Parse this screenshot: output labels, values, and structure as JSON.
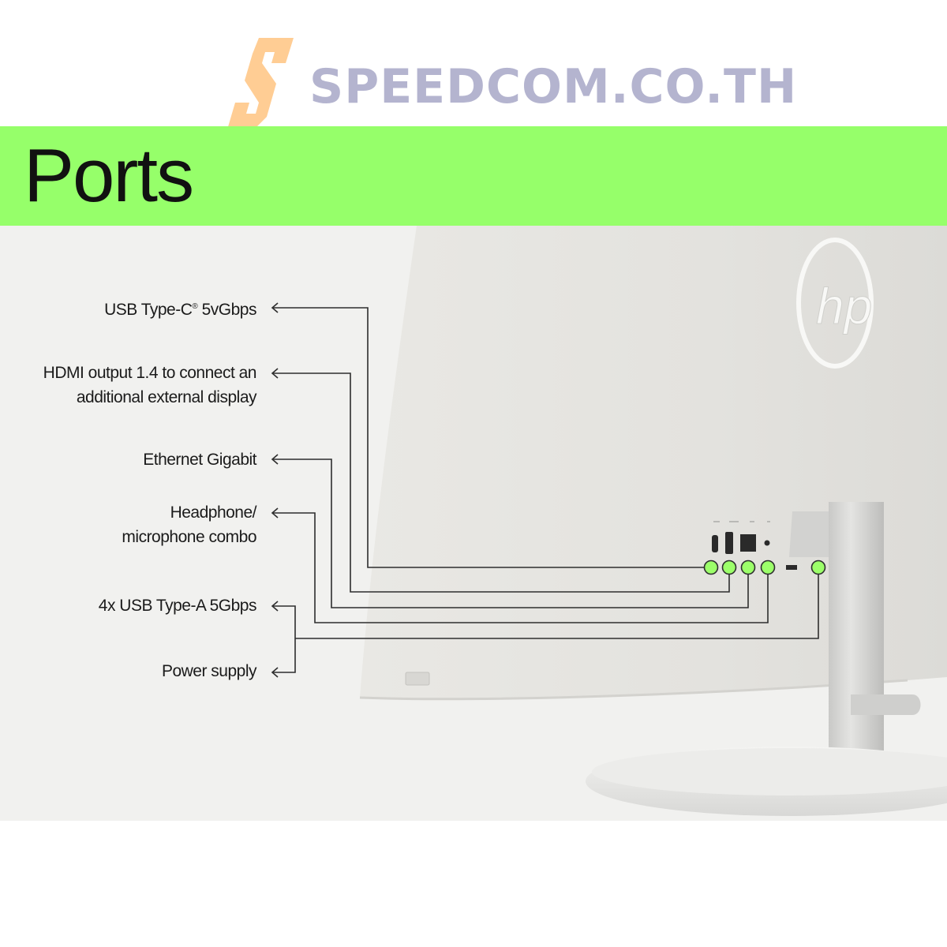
{
  "brand": {
    "logo_text": "S",
    "site_name": "SPEEDCOM.CO.TH",
    "colors": {
      "logo": "#ffc888",
      "site_name": "#b4b4cf",
      "band": "#96ff6a",
      "dot": "#9cff6a"
    }
  },
  "section": {
    "title": "Ports"
  },
  "product": {
    "logo_text": "hp",
    "icon": "all-in-one-pc-rear-view"
  },
  "ports": [
    {
      "id": "usb-c",
      "label_line1": "USB Type-C",
      "label_sup": "®",
      "label_line1_rest": " 5vGbps"
    },
    {
      "id": "hdmi",
      "label_line1": "HDMI output 1.4 to connect an",
      "label_line2": "additional external display"
    },
    {
      "id": "ethernet",
      "label_line1": "Ethernet Gigabit"
    },
    {
      "id": "headphone",
      "label_line1": "Headphone/",
      "label_line2": "microphone combo"
    },
    {
      "id": "usb-a",
      "label_line1": "4x USB Type-A 5Gbps"
    },
    {
      "id": "power",
      "label_line1": "Power supply"
    }
  ]
}
